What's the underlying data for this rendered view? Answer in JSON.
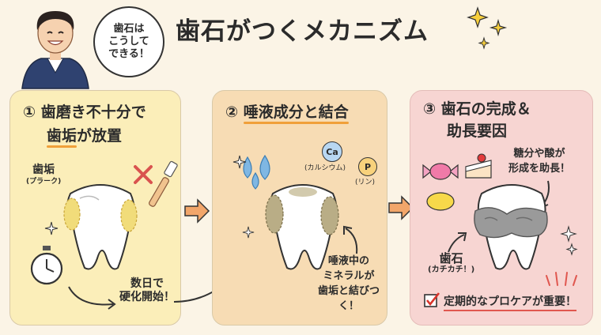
{
  "header": {
    "title": "歯石がつくメカニズム",
    "bubble_lines": [
      "歯石は",
      "こうして",
      "できる！"
    ]
  },
  "panels": [
    {
      "num": "①",
      "title_line1": "歯磨き不十分で",
      "title_line2_a": "歯垢",
      "title_line2_b": "が放置",
      "label_plaque": "歯垢",
      "label_plaque_sub": "(プラーク)",
      "label_days_1": "数日で",
      "label_days_2": "硬化開始！"
    },
    {
      "num": "②",
      "title": "唾液成分と結合",
      "ca": "Ca",
      "ca_sub": "(カルシウム)",
      "p": "P",
      "p_sub": "(リン)",
      "label_1": "唾液中の",
      "label_2": "ミネラルが",
      "label_3": "歯垢と結びつく！"
    },
    {
      "num": "③",
      "title_line1": "歯石の完成＆",
      "title_line2": "助長要因",
      "label_sugar_1": "糖分や酸が",
      "label_sugar_2": "形成を助長！",
      "label_tartar": "歯石",
      "label_tartar_sub": "(カチカチ！)",
      "check_label": "定期的なプロケアが重要！"
    }
  ],
  "colors": {
    "panel1": "#fbeeb9",
    "panel2": "#f7dcb4",
    "panel3": "#f7d5d2",
    "accent": "#f0a03a",
    "arrow": "#f2a66a"
  }
}
